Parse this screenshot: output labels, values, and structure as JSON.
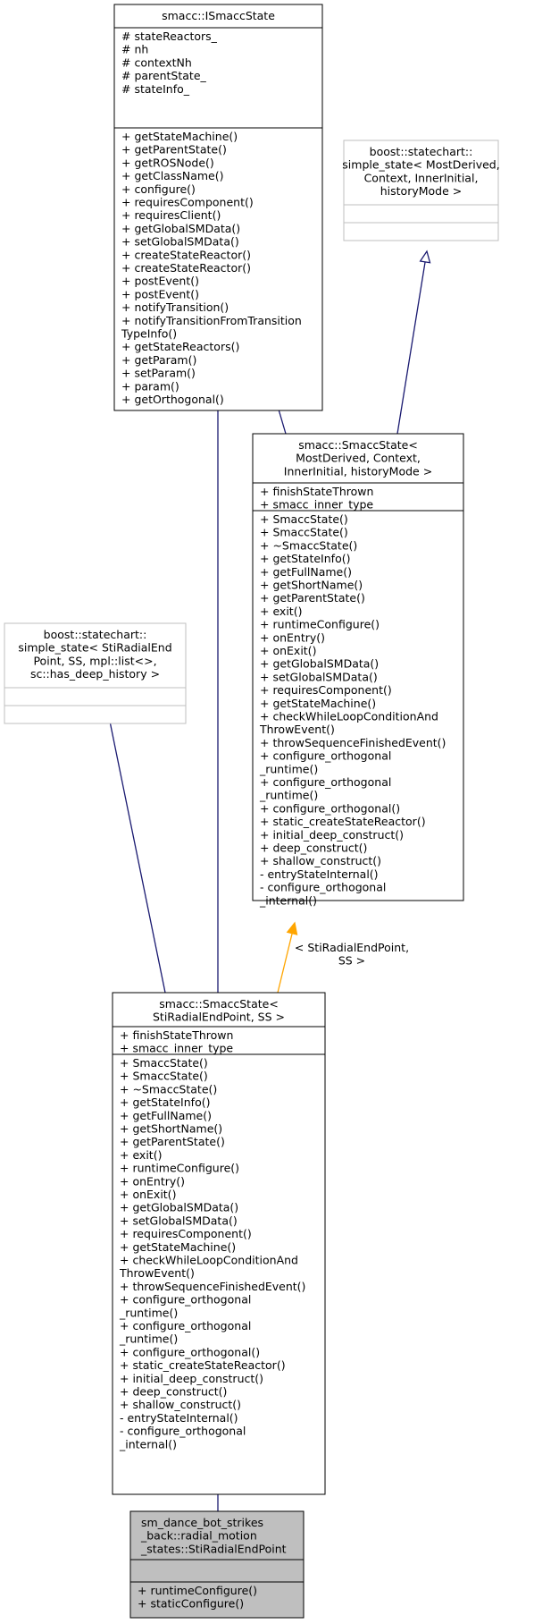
{
  "colors": {
    "edge_inherit": "#191970",
    "edge_template": "#ffa500",
    "box_border": "#000000",
    "box_border_external": "#bfbfbf",
    "box_fill_focus": "#bfbfbf",
    "box_fill": "#ffffff"
  },
  "nodes": {
    "ismacc": {
      "title": [
        "smacc::ISmaccState"
      ],
      "attributes": [
        "# stateReactors_",
        "# nh",
        "# contextNh",
        "# parentState_",
        "# stateInfo_"
      ],
      "methods": [
        "+ getStateMachine()",
        "+ getParentState()",
        "+ getROSNode()",
        "+ getClassName()",
        "+ configure()",
        "+ requiresComponent()",
        "+ requiresClient()",
        "+ getGlobalSMData()",
        "+ setGlobalSMData()",
        "+ createStateReactor()",
        "+ createStateReactor()",
        "+ postEvent()",
        "+ postEvent()",
        "+ notifyTransition()",
        "+ notifyTransitionFromTransition",
        "TypeInfo()",
        "+ getStateReactors()",
        "+ getParam()",
        "+ setParam()",
        "+ param()",
        "+ getOrthogonal()"
      ]
    },
    "simple_state_generic": {
      "title": [
        "boost::statechart::",
        "simple_state< MostDerived,",
        "Context, InnerInitial,",
        "historyMode >"
      ],
      "attributes": [],
      "methods": []
    },
    "smacc_template": {
      "title": [
        "smacc::SmaccState<",
        "MostDerived, Context,",
        "InnerInitial, historyMode >"
      ],
      "attributes": [
        "+ finishStateThrown",
        "+ smacc_inner_type"
      ],
      "methods": [
        "+ SmaccState()",
        "+ SmaccState()",
        "+ ~SmaccState()",
        "+ getStateInfo()",
        "+ getFullName()",
        "+ getShortName()",
        "+ getParentState()",
        "+ exit()",
        "+ runtimeConfigure()",
        "+ onEntry()",
        "+ onExit()",
        "+ getGlobalSMData()",
        "+ setGlobalSMData()",
        "+ requiresComponent()",
        "+ getStateMachine()",
        "+ checkWhileLoopConditionAnd",
        "ThrowEvent()",
        "+ throwSequenceFinishedEvent()",
        "+ configure_orthogonal",
        "_runtime()",
        "+ configure_orthogonal",
        "_runtime()",
        "+ configure_orthogonal()",
        "+ static_createStateReactor()",
        "+ initial_deep_construct()",
        "+ deep_construct()",
        "+ shallow_construct()",
        "- entryStateInternal()",
        "- configure_orthogonal",
        "_internal()"
      ]
    },
    "simple_state_sti": {
      "title": [
        "boost::statechart::",
        "simple_state< StiRadialEnd",
        "Point, SS, mpl::list<>,",
        "sc::has_deep_history >"
      ],
      "attributes": [],
      "methods": []
    },
    "smacc_sti": {
      "title": [
        "smacc::SmaccState<",
        "StiRadialEndPoint, SS >"
      ],
      "attributes": [
        "+ finishStateThrown",
        "+ smacc_inner_type"
      ],
      "methods": [
        "+ SmaccState()",
        "+ SmaccState()",
        "+ ~SmaccState()",
        "+ getStateInfo()",
        "+ getFullName()",
        "+ getShortName()",
        "+ getParentState()",
        "+ exit()",
        "+ runtimeConfigure()",
        "+ onEntry()",
        "+ onExit()",
        "+ getGlobalSMData()",
        "+ setGlobalSMData()",
        "+ requiresComponent()",
        "+ getStateMachine()",
        "+ checkWhileLoopConditionAnd",
        "ThrowEvent()",
        "+ throwSequenceFinishedEvent()",
        "+ configure_orthogonal",
        "_runtime()",
        "+ configure_orthogonal",
        "_runtime()",
        "+ configure_orthogonal()",
        "+ static_createStateReactor()",
        "+ initial_deep_construct()",
        "+ deep_construct()",
        "+ shallow_construct()",
        "- entryStateInternal()",
        "- configure_orthogonal",
        "_internal()"
      ]
    },
    "sti_radial": {
      "title": [
        "sm_dance_bot_strikes",
        "_back::radial_motion",
        "_states::StiRadialEndPoint"
      ],
      "attributes": [],
      "methods": [
        "+ runtimeConfigure()",
        "+ staticConfigure()"
      ]
    }
  },
  "edge_labels": {
    "template_args": [
      "< StiRadialEndPoint,",
      "SS >"
    ]
  }
}
